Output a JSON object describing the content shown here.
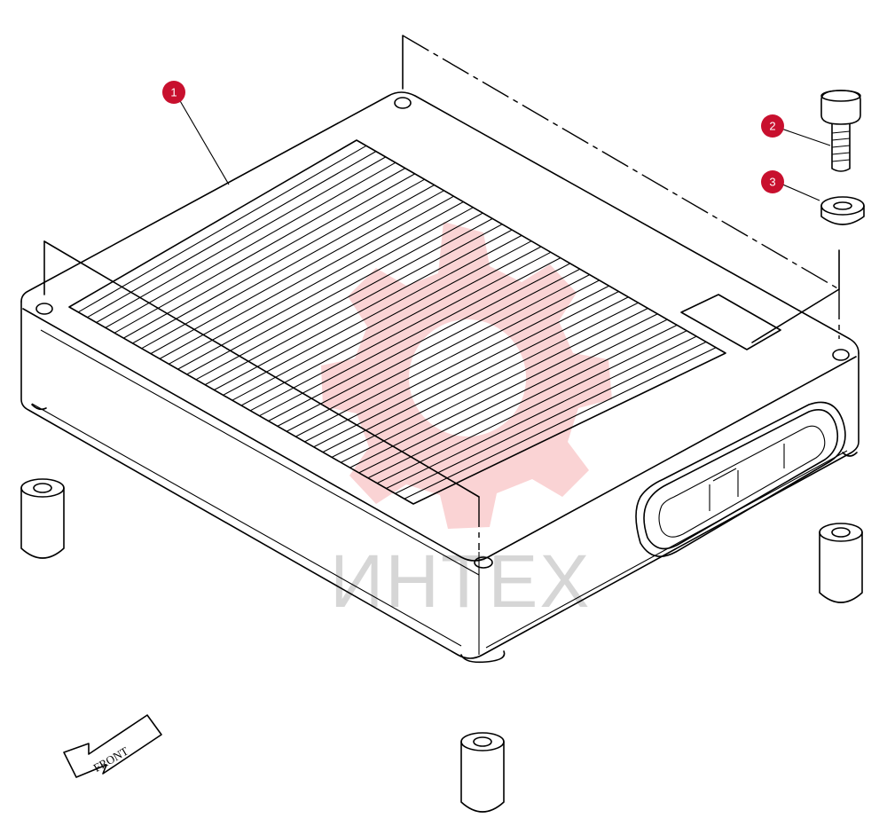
{
  "callouts": [
    {
      "label": "1"
    },
    {
      "label": "2"
    },
    {
      "label": "3"
    }
  ],
  "front_arrow": {
    "label": "FRONT"
  },
  "watermark": {
    "text": "ИНТЕХ"
  },
  "colors": {
    "callout": "#c8102e",
    "watermark": "#e8383d",
    "line": "#000000"
  }
}
